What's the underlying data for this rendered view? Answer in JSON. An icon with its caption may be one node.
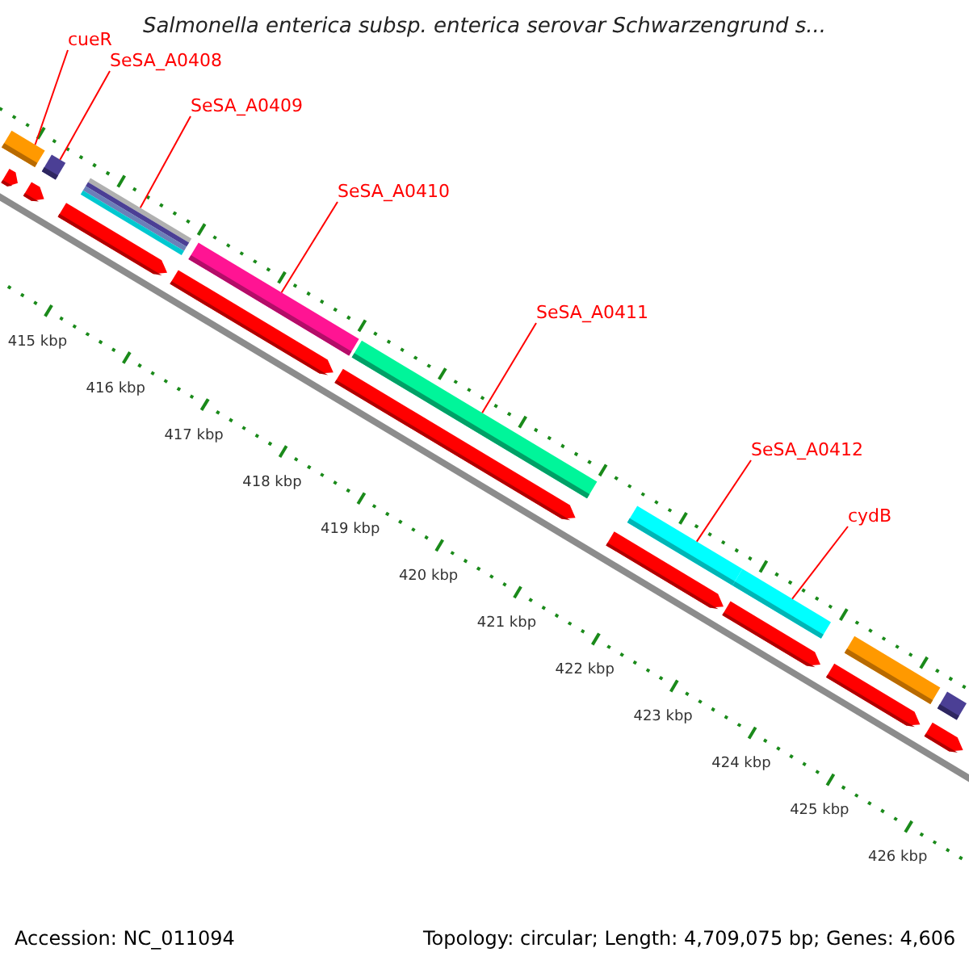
{
  "diagram": {
    "title": "Salmonella enterica subsp. enterica serovar Schwarzengrund s...",
    "nodes": [
      {
        "text": [
          "cueR"
        ]
      },
      {
        "text": [
          "SeSA_A0408"
        ]
      },
      {
        "text": [
          "SeSA_A0409"
        ]
      },
      {
        "text": [
          "SeSA_A0410"
        ]
      },
      {
        "text": [
          "SeSA_A0411"
        ]
      },
      {
        "text": [
          "SeSA_A0412"
        ]
      },
      {
        "text": [
          "cydB"
        ]
      },
      {
        "text": [],
        "shape": "bar"
      },
      {
        "text": [],
        "shape": "bar"
      },
      {
        "text": [],
        "shape": "bar"
      },
      {
        "text": [],
        "shape": "bar"
      },
      {
        "text": [],
        "shape": "bar"
      },
      {
        "text": [],
        "shape": "bar"
      },
      {
        "text": [],
        "shape": "bar"
      },
      {
        "text": [],
        "shape": "bar"
      },
      {
        "text": [],
        "shape": "bar"
      },
      {
        "text": [],
        "shape": "arrow"
      },
      {
        "text": [],
        "shape": "arrow"
      },
      {
        "text": [],
        "shape": "arrow"
      },
      {
        "text": [],
        "shape": "arrow"
      },
      {
        "text": [],
        "shape": "arrow"
      },
      {
        "text": [],
        "shape": "arrow"
      },
      {
        "text": [],
        "shape": "arrow"
      },
      {
        "text": [],
        "shape": "arrow"
      },
      {
        "text": [],
        "shape": "arrow"
      }
    ],
    "edges": [
      {
        "from": 0,
        "to": 7,
        "arrow": "none"
      },
      {
        "from": 1,
        "to": 8,
        "arrow": "none"
      },
      {
        "from": 2,
        "to": 9,
        "arrow": "none"
      },
      {
        "from": 3,
        "to": 10,
        "arrow": "none"
      },
      {
        "from": 4,
        "to": 11,
        "arrow": "none"
      },
      {
        "from": 5,
        "to": 12,
        "arrow": "none"
      },
      {
        "from": 6,
        "to": 13,
        "arrow": "none"
      }
    ],
    "labels": [
      "415 kbp",
      "416 kbp",
      "417 kbp",
      "418 kbp",
      "419 kbp",
      "420 kbp",
      "421 kbp",
      "422 kbp",
      "423 kbp",
      "424 kbp",
      "425 kbp",
      "426 kbp",
      "Accession: NC_011094",
      "Topology: circular; Length: 4,709,075 bp; Genes: 4,606"
    ]
  }
}
